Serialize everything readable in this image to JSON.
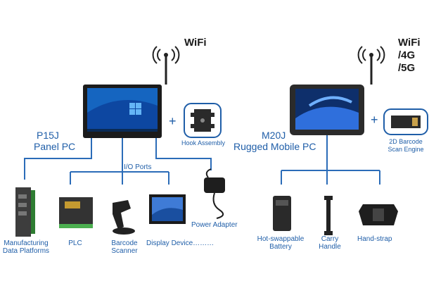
{
  "left": {
    "wifi": "WiFi",
    "device_name": "P15J",
    "device_type": "Panel PC",
    "plus": "+",
    "accessory": "Hook Assembly",
    "io_ports": "I/O Ports",
    "power": "Power Adapter",
    "peripherals": [
      {
        "line1": "Manufacturing",
        "line2": "Data Platforms"
      },
      {
        "line1": "PLC",
        "line2": ""
      },
      {
        "line1": "Barcode",
        "line2": "Scanner"
      },
      {
        "line1": "Display Device………",
        "line2": ""
      }
    ]
  },
  "right": {
    "wifi1": "WiFi",
    "wifi2": "/4G",
    "wifi3": "/5G",
    "device_name": "M20J",
    "device_type": "Rugged Mobile PC",
    "plus": "+",
    "accessory1": "2D Barcode",
    "accessory2": "Scan Engine",
    "accessories": [
      {
        "line1": "Hot-swappable",
        "line2": "Battery"
      },
      {
        "line1": "Carry",
        "line2": "Handle"
      },
      {
        "line1": "Hand-strap",
        "line2": ""
      }
    ]
  },
  "colors": {
    "accent": "#1f5ea8",
    "line": "#2b6cb8",
    "screen": "#1565c0"
  }
}
